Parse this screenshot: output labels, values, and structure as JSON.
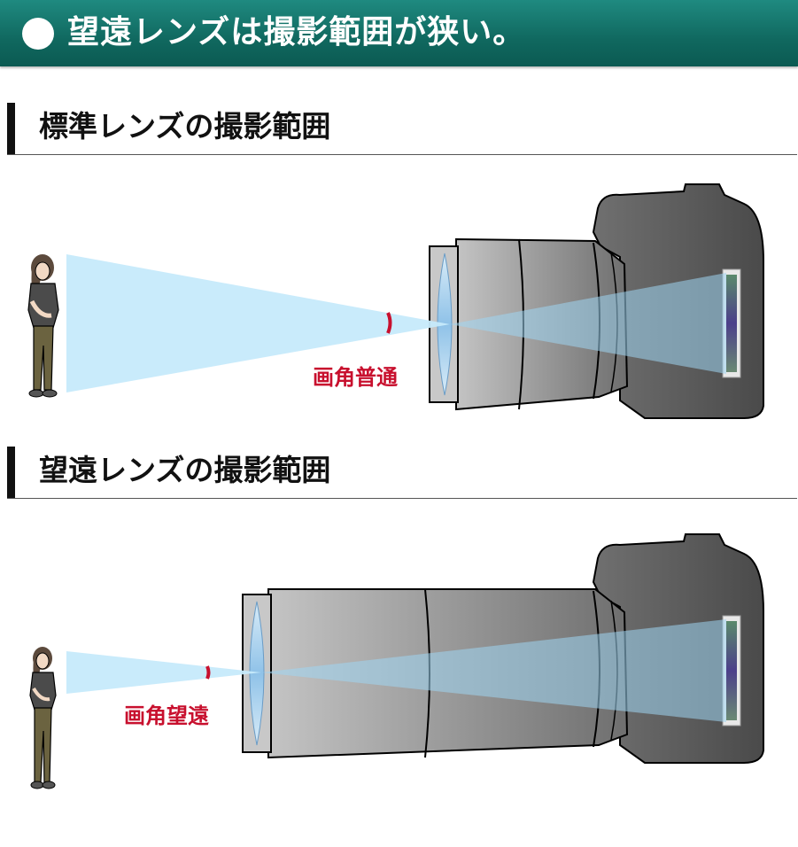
{
  "banner": {
    "title": "望遠レンズは撮影範囲が狭い。"
  },
  "sections": [
    {
      "title": "標準レンズの撮影範囲",
      "angle_label": "画角普通"
    },
    {
      "title": "望遠レンズの撮影範囲",
      "angle_label": "画角望遠"
    }
  ],
  "colors": {
    "banner": "#10685f",
    "view_cone": "#c6eafb",
    "angle_mark": "#c8102e"
  }
}
